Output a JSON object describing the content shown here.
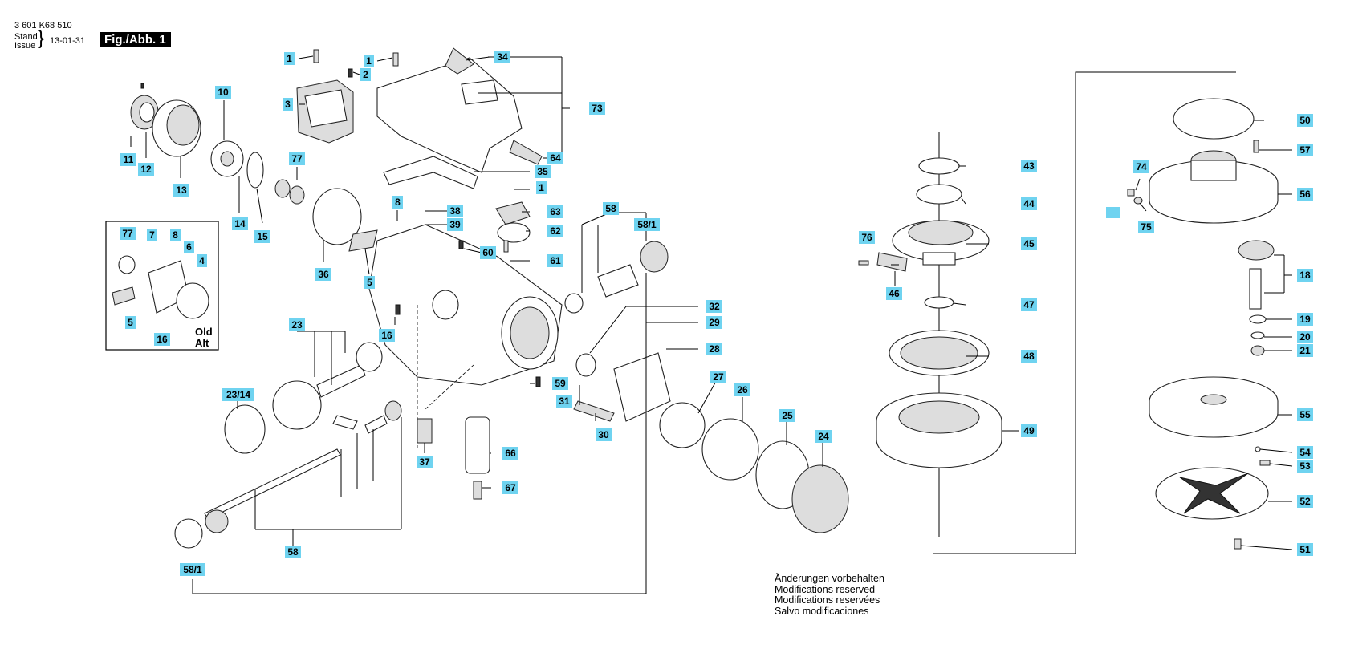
{
  "header": {
    "part_number": "3 601 K68 510",
    "stand_label": "Stand",
    "issue_label": "Issue",
    "date": "13-01-31",
    "figure_label": "Fig./Abb. 1"
  },
  "inset": {
    "caption_line1": "Old",
    "caption_line2": "Alt"
  },
  "notes": [
    "Änderungen vorbehalten",
    "Modifications reserved",
    "Modifications reservées",
    "Salvo modificaciones"
  ],
  "callouts": [
    "1",
    "1",
    "1",
    "2",
    "3",
    "4",
    "5",
    "5",
    "6",
    "7",
    "8",
    "8",
    "10",
    "11",
    "12",
    "13",
    "14",
    "15",
    "16",
    "16",
    "18",
    "19",
    "20",
    "21",
    "23",
    "23/14",
    "24",
    "25",
    "26",
    "27",
    "28",
    "29",
    "30",
    "31",
    "32",
    "34",
    "35",
    "36",
    "37",
    "38",
    "39",
    "43",
    "44",
    "45",
    "46",
    "47",
    "48",
    "49",
    "50",
    "51",
    "52",
    "53",
    "54",
    "55",
    "56",
    "57",
    "58",
    "58",
    "58/1",
    "58/1",
    "59",
    "60",
    "61",
    "62",
    "63",
    "64",
    "66",
    "67",
    "73",
    "74",
    "75",
    "76",
    "77",
    "77"
  ],
  "highlight_color": "#6fd3f0"
}
